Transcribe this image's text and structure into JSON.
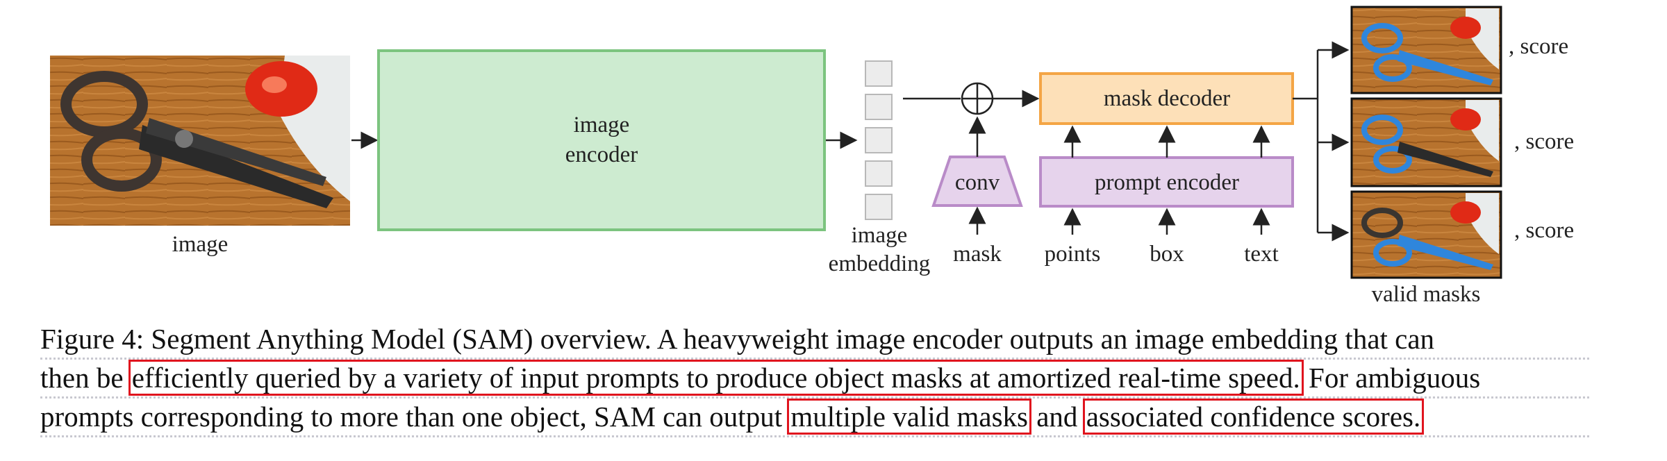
{
  "figure": {
    "labels": {
      "image": "image",
      "image_encoder_line1": "image",
      "image_encoder_line2": "encoder",
      "image_embedding_line1": "image",
      "image_embedding_line2": "embedding",
      "conv": "conv",
      "mask_decoder": "mask decoder",
      "prompt_encoder": "prompt encoder",
      "mask": "mask",
      "points": "points",
      "box": "box",
      "text": "text",
      "score": ", score",
      "valid_masks": "valid masks"
    },
    "colors": {
      "encoder_fill": "#cdebd0",
      "encoder_stroke": "#7cc47f",
      "decoder_fill": "#fde0b8",
      "decoder_stroke": "#f4a545",
      "prompt_fill": "#e6d3ec",
      "prompt_stroke": "#b98bc8",
      "highlight": "#e0141e"
    }
  },
  "caption": {
    "line1": "Figure 4: Segment Anything Model (SAM) overview. A heavyweight image encoder outputs an image embedding that can",
    "line2_pre": "then be ",
    "line2_hl": "efficiently queried by a variety of input prompts to produce object masks at amortized real-time speed.",
    "line2_post": " For ambiguous",
    "line3_pre": "prompts corresponding to more than one object, SAM can output",
    "line3_hl1": "multiple valid masks",
    "line3_mid": " and ",
    "line3_hl2": "associated confidence scores."
  }
}
